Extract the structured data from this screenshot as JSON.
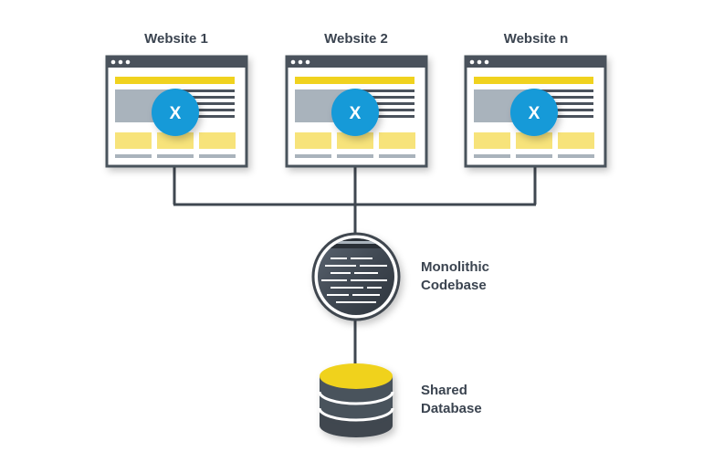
{
  "websites": [
    {
      "label": "Website 1",
      "badge": "X"
    },
    {
      "label": "Website 2",
      "badge": "X"
    },
    {
      "label": "Website n",
      "badge": "X"
    }
  ],
  "codebase": {
    "line1": "Monolithic",
    "line2": "Codebase"
  },
  "database": {
    "line1": "Shared",
    "line2": "Database"
  },
  "colors": {
    "frame": "#4a525c",
    "accent_yellow": "#f0d21e",
    "light_yellow": "#f7e37a",
    "gray_block": "#a9b3bc",
    "badge_blue": "#159ad8",
    "connector": "#3f4750",
    "text": "#3b4450"
  }
}
